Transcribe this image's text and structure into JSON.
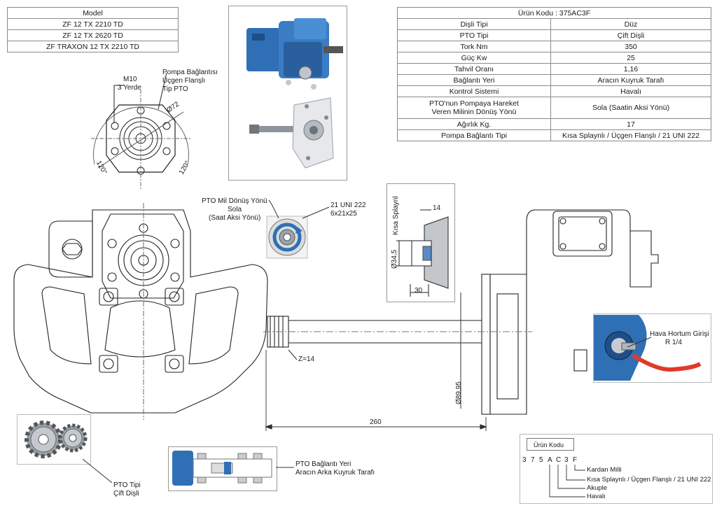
{
  "model_table": {
    "header": "Model",
    "rows": [
      "ZF 12 TX 2210 TD",
      "ZF 12 TX 2620 TD",
      "ZF TRAXON 12 TX 2210 TD"
    ]
  },
  "spec_table": {
    "header": "Ürün Kodu : 375AC3F",
    "rows": [
      {
        "label": "Dişli Tipi",
        "value": "Düz"
      },
      {
        "label": "PTO Tipi",
        "value": "Çift Dişli"
      },
      {
        "label": "Tork Nm",
        "value": "350"
      },
      {
        "label": "Güç Kw",
        "value": "25"
      },
      {
        "label": "Tahvil Oranı",
        "value": "1,16"
      },
      {
        "label": "Bağlantı Yeri",
        "value": "Aracın Kuyruk Tarafı"
      },
      {
        "label": "Kontrol Sistemi",
        "value": "Havalı"
      },
      {
        "label": "PTO'nun Pompaya Hareket Veren Milinin Dönüş Yönü",
        "value": "Sola (Saatin Aksi Yönü)"
      },
      {
        "label": "Ağırlık Kg.",
        "value": "17"
      },
      {
        "label": "Pompa Bağlantı Tipi",
        "value": "Kısa Splaynlı / Üçgen Flanşlı / 21 UNI 222"
      }
    ]
  },
  "flange": {
    "bolt_label": "M10",
    "bolt_count": "3 Yerde",
    "title": [
      "Pompa Bağlantısı",
      "Üçgen Flanşlı",
      "Tip PTO"
    ],
    "diameter": "Ø72",
    "angle_left": "120°",
    "angle_right": "120°"
  },
  "rotation": {
    "title": "PTO Mil Dönüş Yönü",
    "direction": "Sola",
    "note": "(Saat Aksi Yönü)",
    "spline_std": "21 UNI 222",
    "spline_size": "6x21x25"
  },
  "spline_detail": {
    "label": "Kısa Splaynl",
    "diameter": "Ø34,5",
    "len_short": "14",
    "len_long": "30"
  },
  "shaft": {
    "teeth": "Z=14",
    "length": "260",
    "diameter": "Ø89,95"
  },
  "air_inlet": {
    "title": "Hava Hortum Girişi",
    "thread": "R 1/4"
  },
  "pto_type": {
    "title": "PTO Tipi",
    "value": "Çift Dişli"
  },
  "mount": {
    "title": "PTO Bağlantı Yeri",
    "value": "Aracın Arka Kuyruk Tarafı"
  },
  "code_key": {
    "header": "Ürün Kodu",
    "chars": [
      "3",
      "7",
      "5",
      "A",
      "C",
      "3",
      "F"
    ],
    "meanings": [
      "Kardan Milli",
      "Kısa Splaynlı / Üçgen Flanşlı / 21 UNI 222",
      "Akuple",
      "Havalı"
    ]
  },
  "colors": {
    "pto_blue": "#2f6fb5",
    "hose_red": "#e03a2a"
  }
}
